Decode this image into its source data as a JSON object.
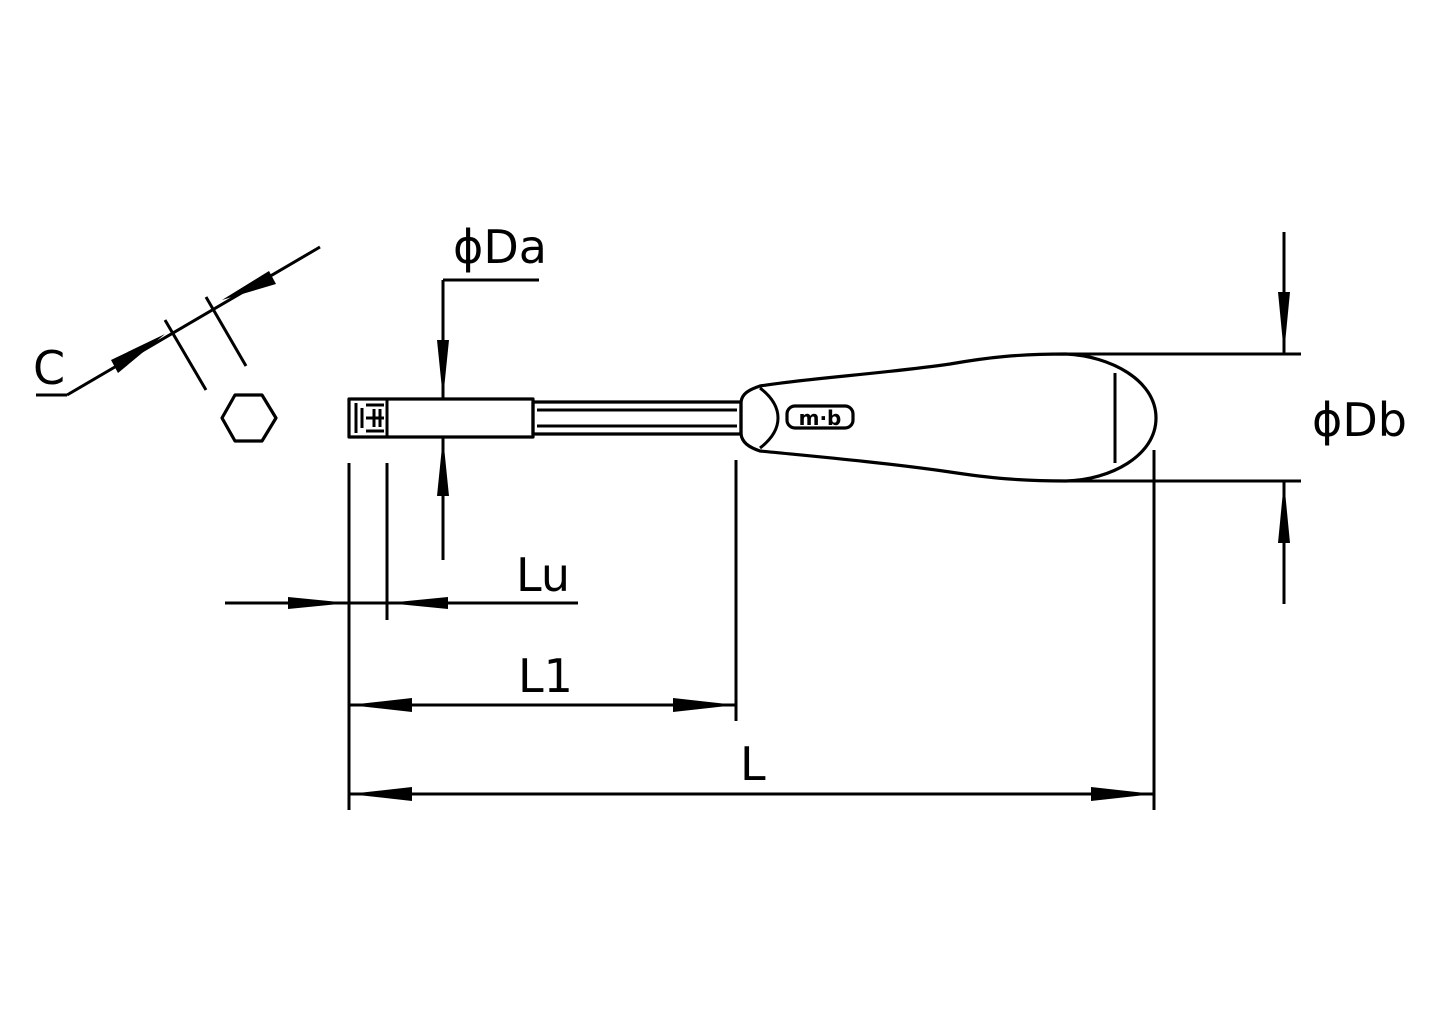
{
  "labels": {
    "c": "C",
    "da": "ϕDa",
    "db": "ϕDb",
    "lu": "Lu",
    "l1": "L1",
    "l": "L"
  },
  "logo": "m·b"
}
